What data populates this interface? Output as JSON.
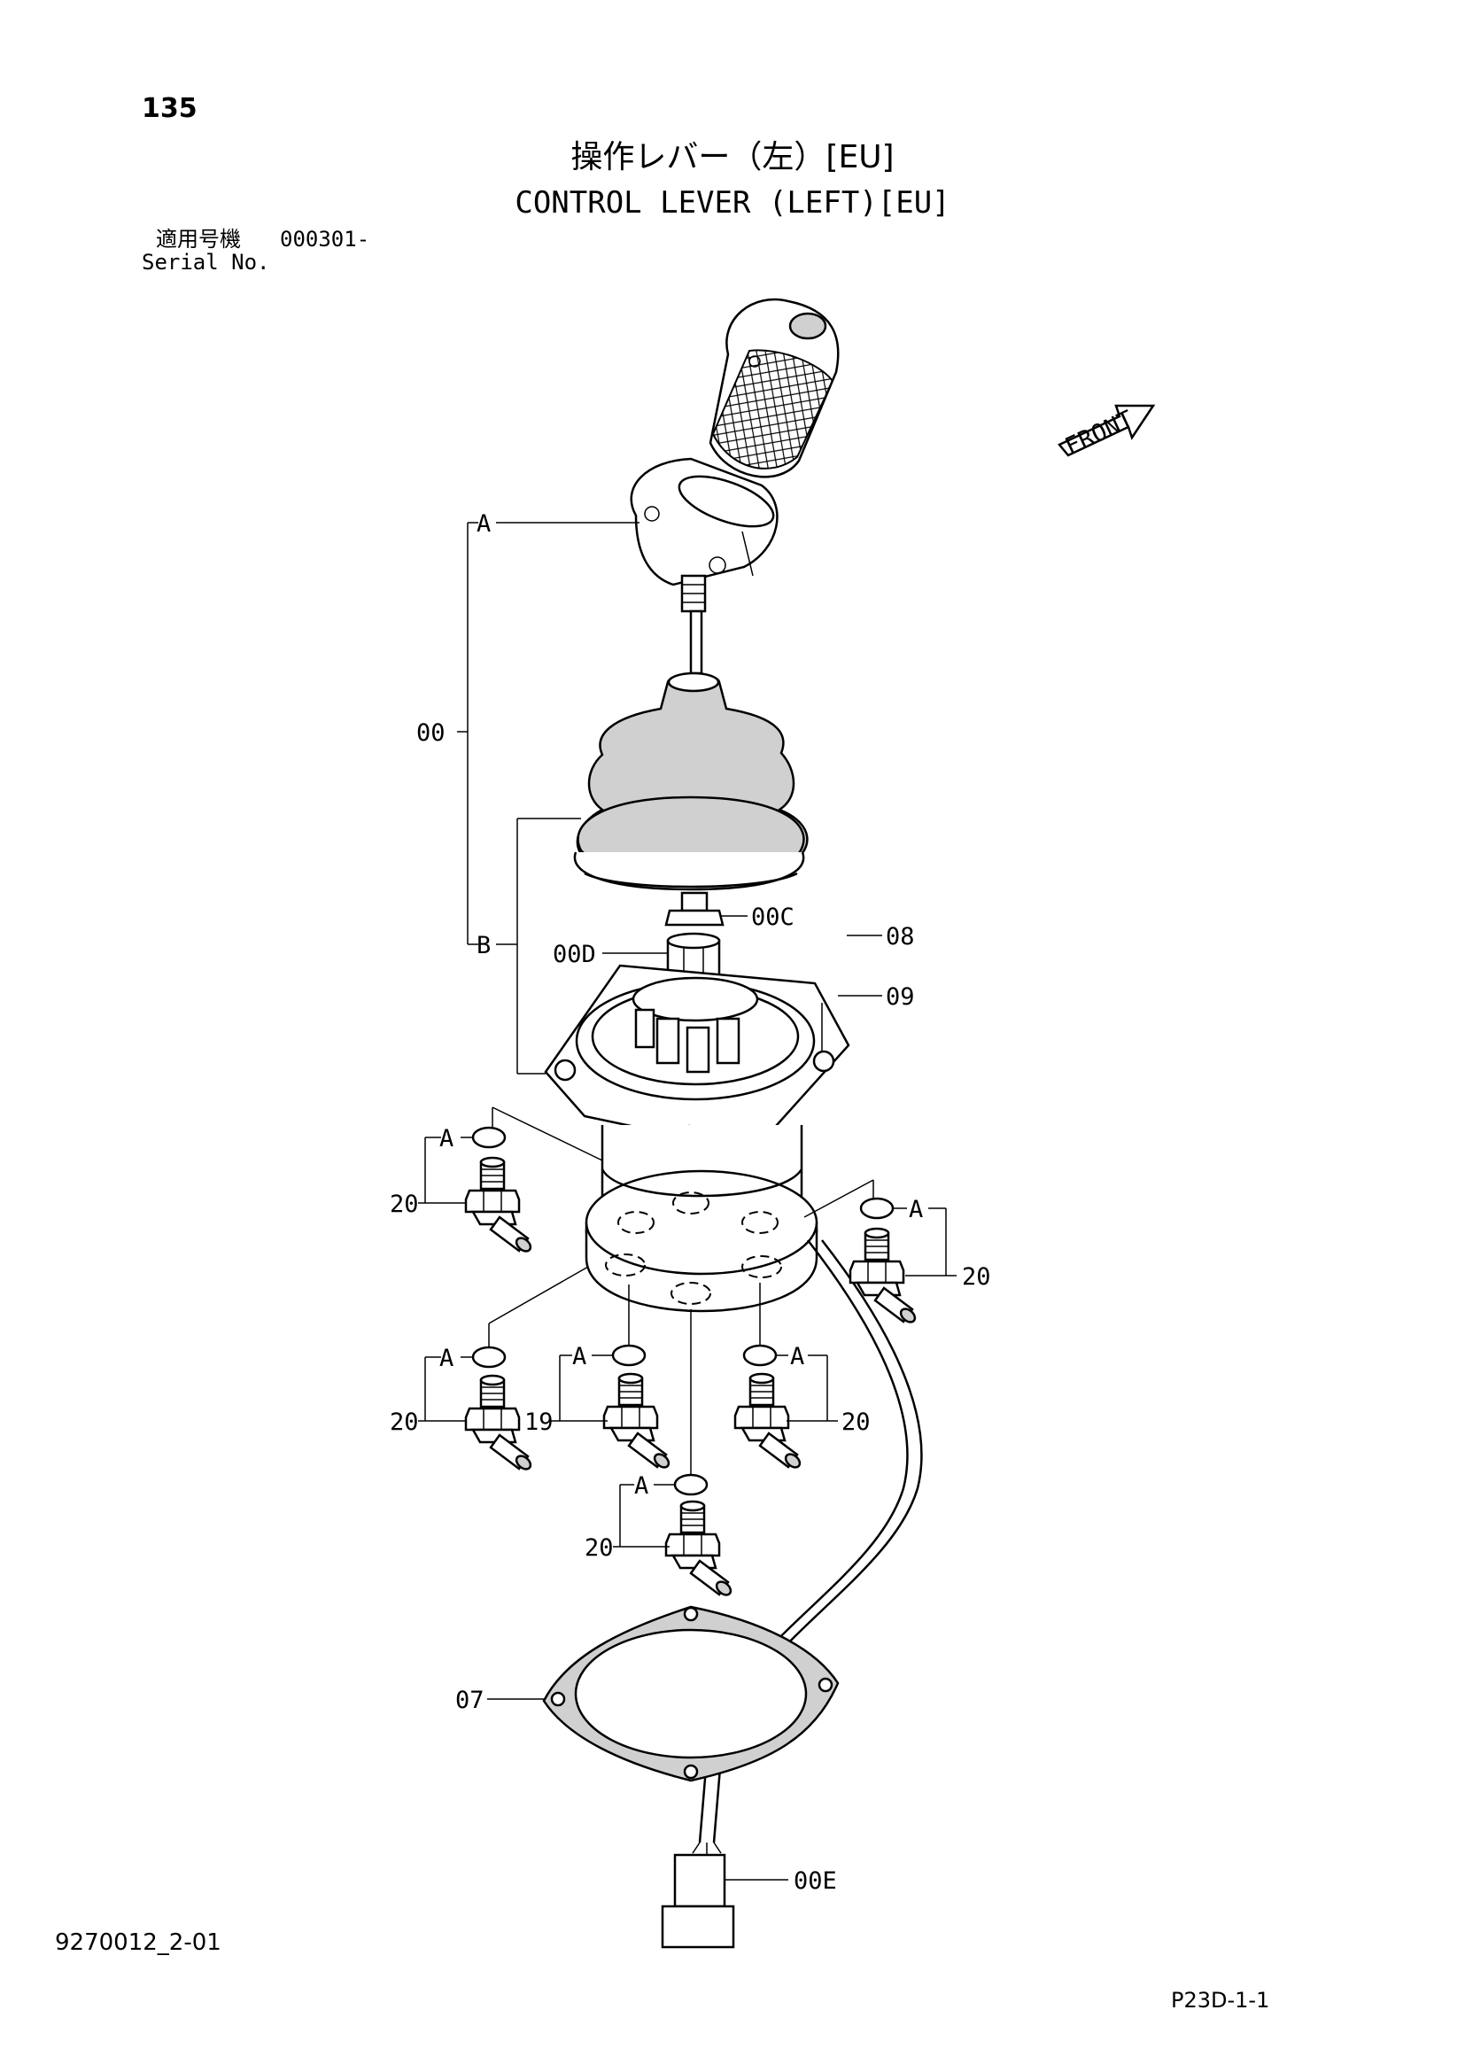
{
  "header": {
    "page_number": "135",
    "title_jp": "操作レバー（左）[EU]",
    "title_en": "CONTROL LEVER (LEFT)[EU]",
    "serial_label_jp": "適用号機",
    "serial_value": "000301-",
    "serial_label_en": "Serial No."
  },
  "direction_label": "FRONT",
  "callouts": {
    "assembly": "00",
    "sub_a_top": "A",
    "sub_b": "B",
    "nut": "00C",
    "hex_part": "00D",
    "bolt": "08",
    "washer": "09",
    "gasket": "07",
    "connector": "00E",
    "fitting_upper_left": "20",
    "fitting_upper_left_a": "A",
    "fitting_right": "20",
    "fitting_right_a": "A",
    "fitting_lower_left": "20",
    "fitting_lower_left_a": "A",
    "fitting_center": "19",
    "fitting_center_a": "A",
    "fitting_lower_right": "20",
    "fitting_lower_right_a": "A",
    "fitting_bottom": "20",
    "fitting_bottom_a": "A"
  },
  "footer": {
    "doc_id": "9270012_2-01",
    "page_code": "P23D-1-1"
  }
}
